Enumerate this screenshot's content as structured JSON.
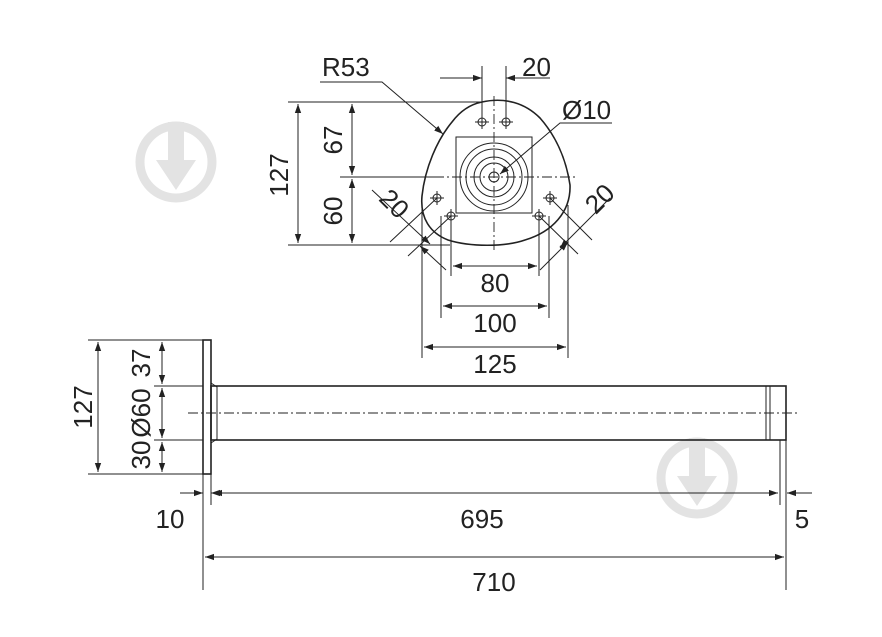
{
  "plan_view": {
    "label_radius": "R53",
    "label_hole_spacing": "20",
    "label_hole_diameter": "Ø10",
    "label_total_height": "127",
    "label_upper_height": "67",
    "label_lower_height": "60",
    "label_left_diag": "20",
    "label_right_diag": "20",
    "label_width_80": "80",
    "label_width_100": "100",
    "label_width_125": "125"
  },
  "side_view": {
    "label_plate_height": "127",
    "label_top_offset": "37",
    "label_tube_diameter": "Ø60",
    "label_bottom_offset": "30",
    "label_plate_thickness": "10",
    "label_tube_length": "695",
    "label_cap_length": "5",
    "label_total_length": "710"
  },
  "watermark": {
    "icon": "drop-down-arrow-icon",
    "color": "#e3e3e3"
  }
}
